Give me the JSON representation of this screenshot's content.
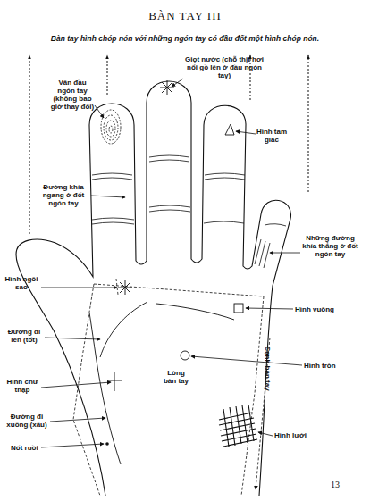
{
  "diagram": {
    "title": "BÀN TAY III",
    "caption": "Bàn tay hình chóp nón với những ngón tay có đầu đốt một hình chóp nón.",
    "labels": [
      "Vân đầu ngón tay (không bao giờ thay đổi)",
      "Giọt nước (chỗ thịt hơi nổi gồ lên ở đầu ngón tay)",
      "Hình tam giác",
      "Đường khía ngang ở đốt ngón tay",
      "Những đường khía thẳng ở đốt ngón tay",
      "Hình ngôi sao",
      "Hình vuông",
      "Đường đi lên (tốt)",
      "Hình tròn",
      "Hình chữ thập",
      "Lòng bàn tay",
      "Cạnh bàn tay",
      "Đường đi xuống (xấu)",
      "Hình lưới",
      "Nốt ruồi",
      "13"
    ]
  }
}
